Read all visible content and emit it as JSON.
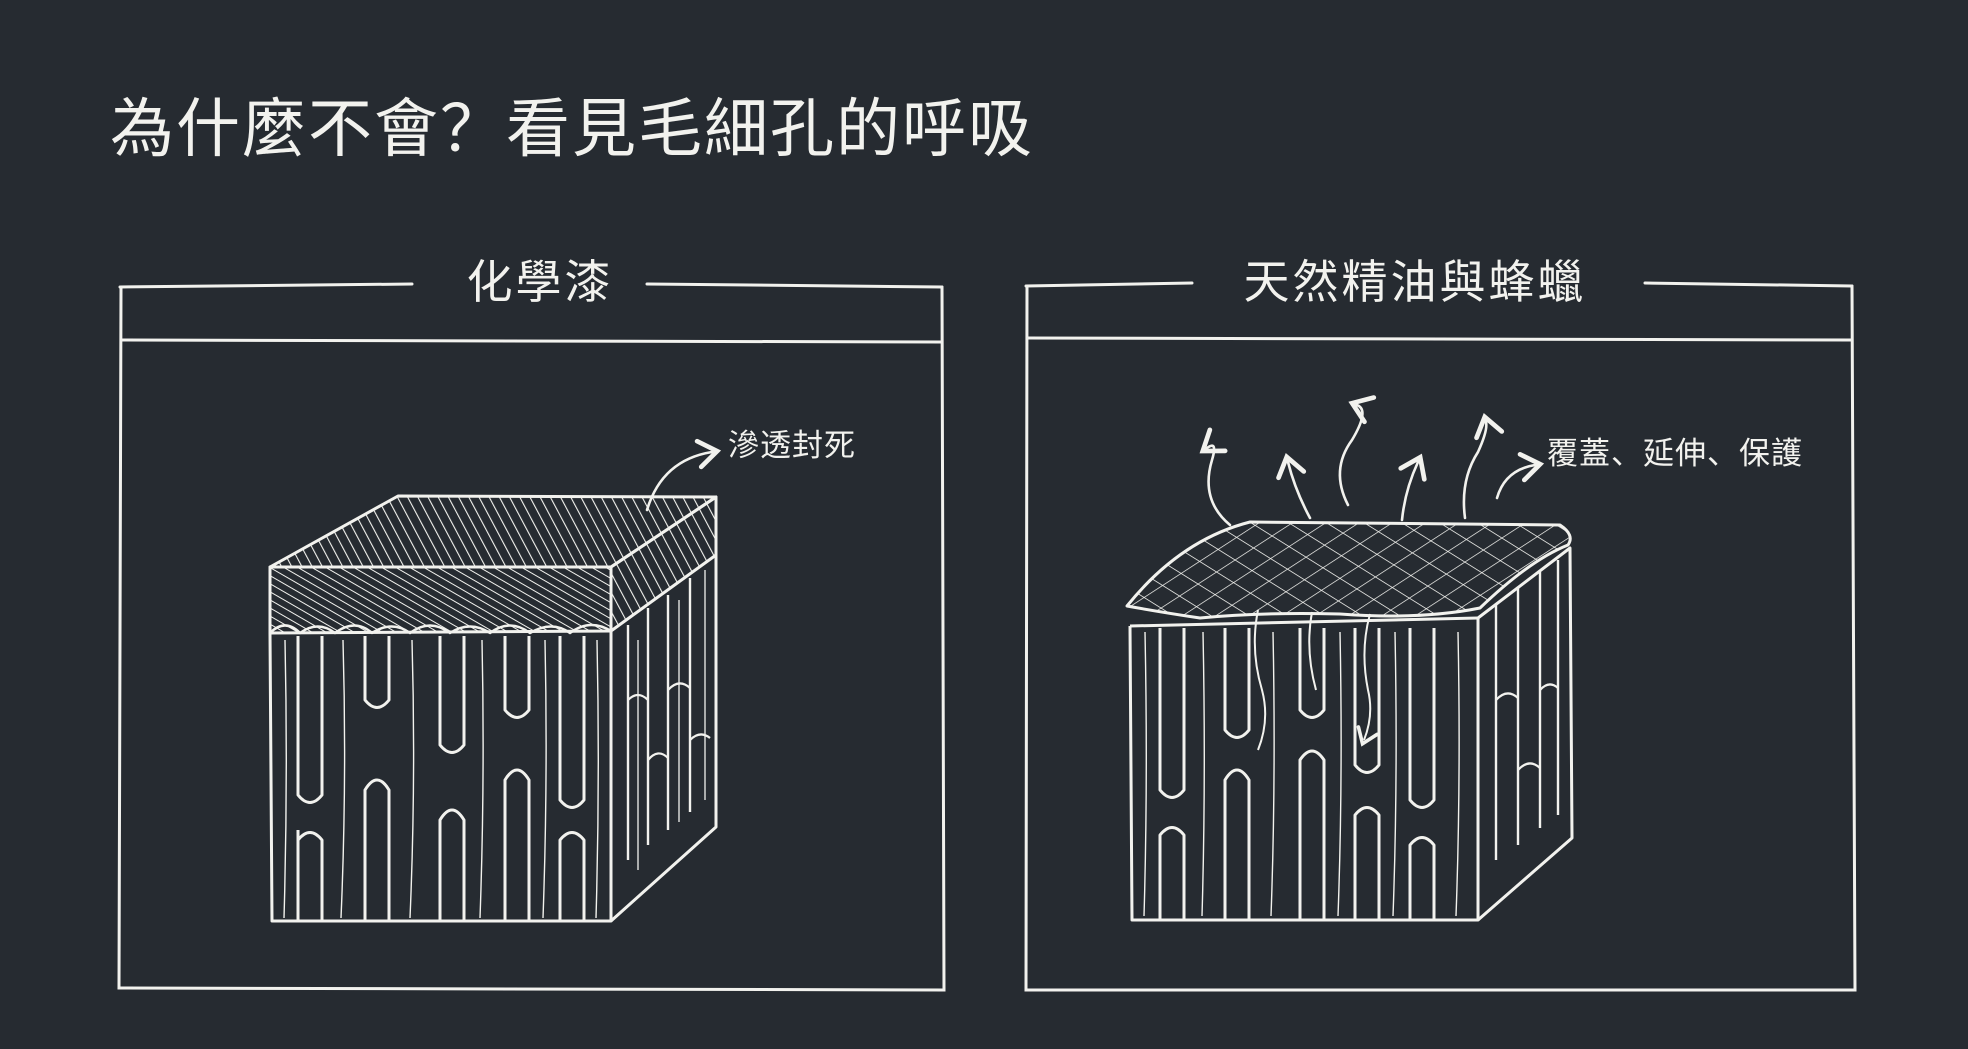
{
  "title": "為什麼不會？看見毛細孔的呼吸",
  "panels": [
    {
      "title": "化學漆",
      "callout": "滲透封死"
    },
    {
      "title": "天然精油與蜂蠟",
      "callout": "覆蓋、延伸、保護"
    }
  ],
  "colors": {
    "background": "#262b31",
    "chalk": "#f2f2ee"
  }
}
